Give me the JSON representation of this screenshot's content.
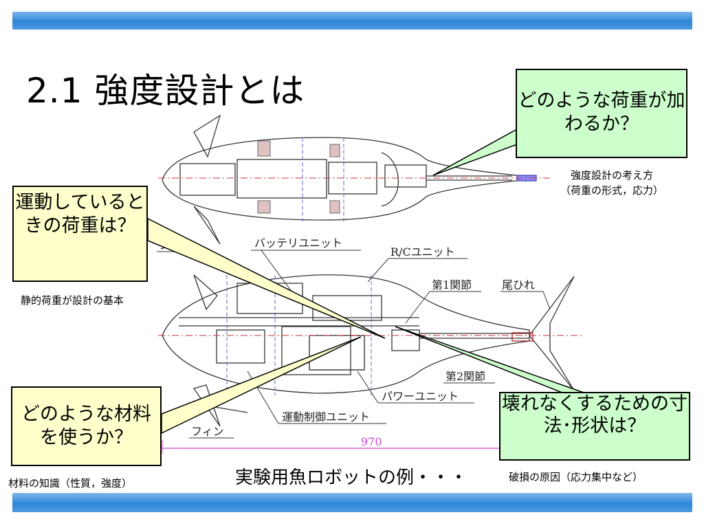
{
  "slide": {
    "title": "2.1 強度設計とは",
    "caption": "実験用魚ロボットの例・・・"
  },
  "callouts": {
    "load_applied": "どのような荷重が加わるか？",
    "load_moving": "運動しているときの荷重は？",
    "material": "どのような材料を使うか？",
    "dimension": "壊れなくするための寸法･形状は？"
  },
  "notes": {
    "strength_concept_line1": "強度設計の考え方",
    "strength_concept_line2": "（荷重の形式，応力）",
    "static_load": "静的荷重が設計の基本",
    "material_knowledge": "材料の知識（性質，強度）",
    "failure_cause": "破損の原因（応力集中など）"
  },
  "drawing_labels": {
    "fin_top": "フィン",
    "battery_unit": "バッテリユニット",
    "rc_unit": "R/Cユニット",
    "joint1": "第1関節",
    "tail_fin": "尾ひれ",
    "joint2": "第2関節",
    "power_unit": "パワーユニット",
    "motion_control_unit": "運動制御ユニット",
    "fin_bottom": "フィン",
    "length_dimension": "970"
  },
  "colors": {
    "bar_blue": "#2f86d8",
    "callout_green": "#ccffcc",
    "callout_yellow": "#ffffcc",
    "dimension_magenta": "#cc44cc",
    "centerline_red": "#d03030"
  }
}
